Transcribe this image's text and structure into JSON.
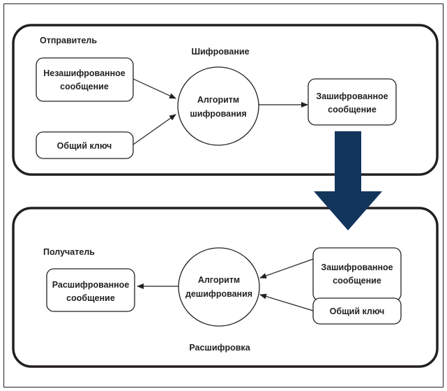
{
  "colors": {
    "big_arrow": "#12355b",
    "stroke": "#231f20"
  },
  "encryption": {
    "sender_label": "Отправитель",
    "title": "Шифрование",
    "plaintext": [
      "Незашифрованное",
      "сообщение"
    ],
    "shared_key": "Общий ключ",
    "algorithm": [
      "Алгоритм",
      "шифрования"
    ],
    "ciphertext": [
      "Зашифрованное",
      "сообщение"
    ]
  },
  "decryption": {
    "receiver_label": "Получатель",
    "title": "Расшифровка",
    "decrypted": [
      "Расшифрованное",
      "сообщение"
    ],
    "algorithm": [
      "Алгоритм",
      "дешифрования"
    ],
    "ciphertext": [
      "Зашифрованное",
      "сообщение"
    ],
    "shared_key": "Общий ключ"
  }
}
